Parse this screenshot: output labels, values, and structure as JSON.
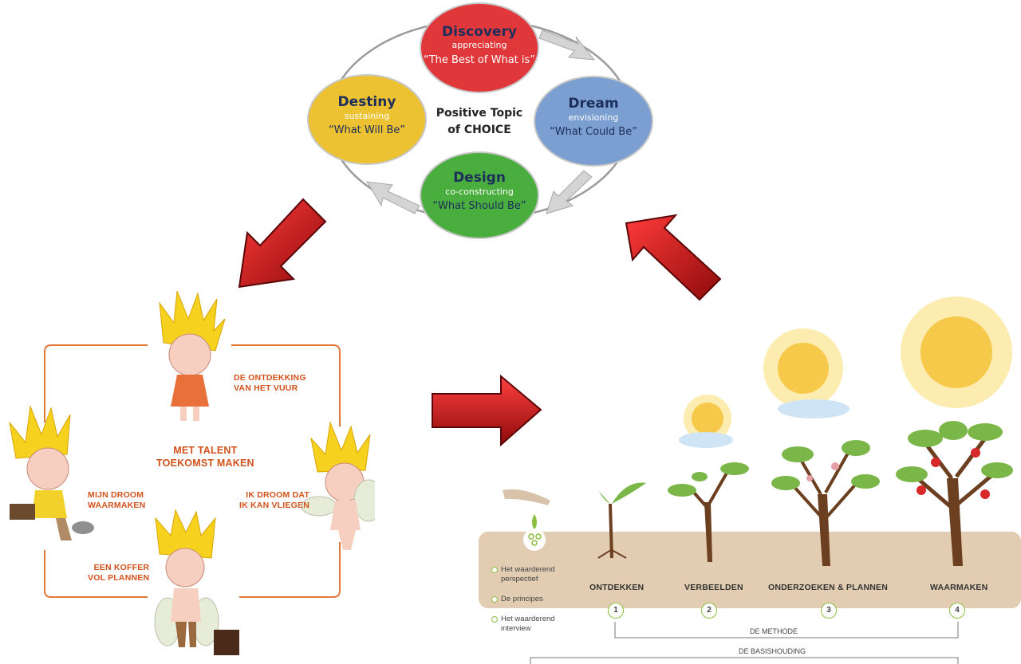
{
  "cycle": {
    "center_line1": "Positive Topic",
    "center_line2": "of CHOICE",
    "nodes": [
      {
        "key": "discovery",
        "title": "Discovery",
        "subtitle": "appreciating",
        "quote": "“The Best of What is”",
        "color": "#e0383a"
      },
      {
        "key": "dream",
        "title": "Dream",
        "subtitle": "envisioning",
        "quote": "“What Could Be”",
        "color": "#7a9fd0"
      },
      {
        "key": "design",
        "title": "Design",
        "subtitle": "co-constructing",
        "quote": "“What Should Be”",
        "color": "#4aae3e"
      },
      {
        "key": "destiny",
        "title": "Destiny",
        "subtitle": "sustaining",
        "quote": "“What Will Be”",
        "color": "#ecc232"
      }
    ]
  },
  "talent": {
    "center_line1": "MET TALENT",
    "center_line2": "TOEKOMST MAKEN",
    "top_label_1": "DE ONTDEKKING",
    "top_label_2": "VAN HET VUUR",
    "left_label_1": "MIJN DROOM",
    "left_label_2": "WAARMAKEN",
    "right_label_1": "IK DROOM DAT",
    "right_label_2": "IK KAN VLIEGEN",
    "bottom_label_1": "EEN KOFFER",
    "bottom_label_2": "VOL PLANNEN",
    "accent": "#d2521c"
  },
  "method": {
    "side_items": [
      "Het waarderend perspectief",
      "De principes",
      "Het waarderend interview"
    ],
    "side_item_lines": [
      [
        "Het waarderend",
        "perspectief"
      ],
      [
        "De principes"
      ],
      [
        "Het waarderend",
        "interview"
      ]
    ],
    "stages": [
      {
        "label": "ONTDEKKEN",
        "number": "1"
      },
      {
        "label": "VERBEELDEN",
        "number": "2"
      },
      {
        "label": "ONDERZOEKEN & PLANNEN",
        "number": "3"
      },
      {
        "label": "WAARMAKEN",
        "number": "4"
      }
    ],
    "method_label": "DE METHODE",
    "base_label": "DE BASISHOUDING",
    "soil_color": "#e2cdb2"
  },
  "icons": [
    "arrow-down-left-icon",
    "arrow-up-left-icon",
    "arrow-right-icon",
    "sun-icon",
    "tree-icon",
    "fire-boy-icon",
    "hand-icon",
    "seed-icon"
  ]
}
